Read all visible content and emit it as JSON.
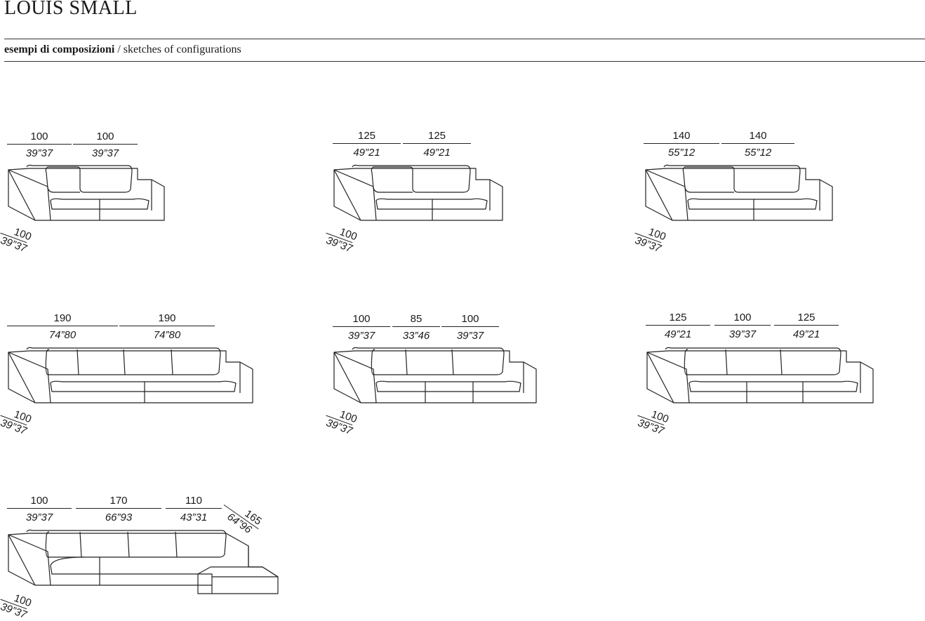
{
  "title": "LOUIS SMALL",
  "subtitle": {
    "it": "esempi di composizioni",
    "sep": " / ",
    "en": "sketches of configurations"
  },
  "configs": [
    {
      "depth": {
        "cm": "100",
        "in": "39”37"
      },
      "widths": [
        {
          "cm": "100",
          "in": "39”37"
        },
        {
          "cm": "100",
          "in": "39”37"
        }
      ]
    },
    {
      "depth": {
        "cm": "100",
        "in": "39”37"
      },
      "widths": [
        {
          "cm": "125",
          "in": "49”21"
        },
        {
          "cm": "125",
          "in": "49”21"
        }
      ]
    },
    {
      "depth": {
        "cm": "100",
        "in": "39”37"
      },
      "widths": [
        {
          "cm": "140",
          "in": "55”12"
        },
        {
          "cm": "140",
          "in": "55”12"
        }
      ]
    },
    {
      "depth": {
        "cm": "100",
        "in": "39”37"
      },
      "widths": [
        {
          "cm": "190",
          "in": "74”80"
        },
        {
          "cm": "190",
          "in": "74”80"
        }
      ]
    },
    {
      "depth": {
        "cm": "100",
        "in": "39”37"
      },
      "widths": [
        {
          "cm": "100",
          "in": "39”37"
        },
        {
          "cm": "85",
          "in": "33”46"
        },
        {
          "cm": "100",
          "in": "39”37"
        }
      ]
    },
    {
      "depth": {
        "cm": "100",
        "in": "39”37"
      },
      "widths": [
        {
          "cm": "125",
          "in": "49”21"
        },
        {
          "cm": "100",
          "in": "39”37"
        },
        {
          "cm": "125",
          "in": "49”21"
        }
      ]
    },
    {
      "depth": {
        "cm": "100",
        "in": "39”37"
      },
      "widths": [
        {
          "cm": "100",
          "in": "39”37"
        },
        {
          "cm": "170",
          "in": "66”93"
        },
        {
          "cm": "110",
          "in": "43”31"
        }
      ],
      "chaise_depth": {
        "cm": "165",
        "in": "64”96"
      }
    }
  ]
}
